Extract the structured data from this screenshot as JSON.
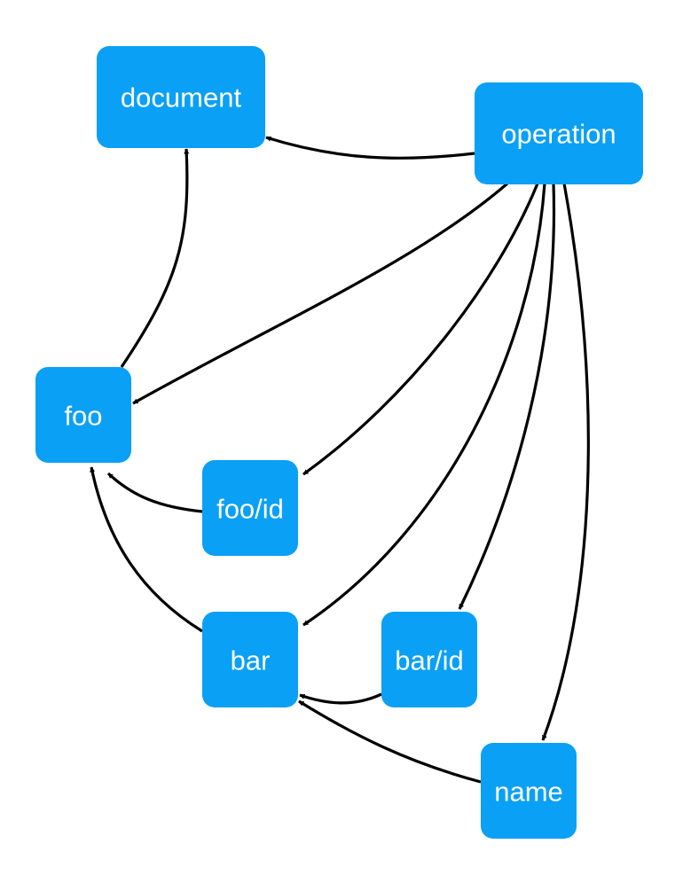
{
  "nodes": {
    "document": "document",
    "operation": "operation",
    "foo": "foo",
    "foo_id": "foo/id",
    "bar": "bar",
    "bar_id": "bar/id",
    "name": "name"
  },
  "edges": [
    {
      "from": "operation",
      "to": "document"
    },
    {
      "from": "operation",
      "to": "foo"
    },
    {
      "from": "operation",
      "to": "foo/id"
    },
    {
      "from": "operation",
      "to": "bar"
    },
    {
      "from": "operation",
      "to": "bar/id"
    },
    {
      "from": "operation",
      "to": "name"
    },
    {
      "from": "foo",
      "to": "document"
    },
    {
      "from": "foo/id",
      "to": "foo"
    },
    {
      "from": "bar",
      "to": "foo"
    },
    {
      "from": "bar/id",
      "to": "bar"
    },
    {
      "from": "name",
      "to": "bar"
    }
  ],
  "colors": {
    "node_fill": "#0aa0f5",
    "node_text": "#ffffff",
    "edge": "#000000"
  }
}
